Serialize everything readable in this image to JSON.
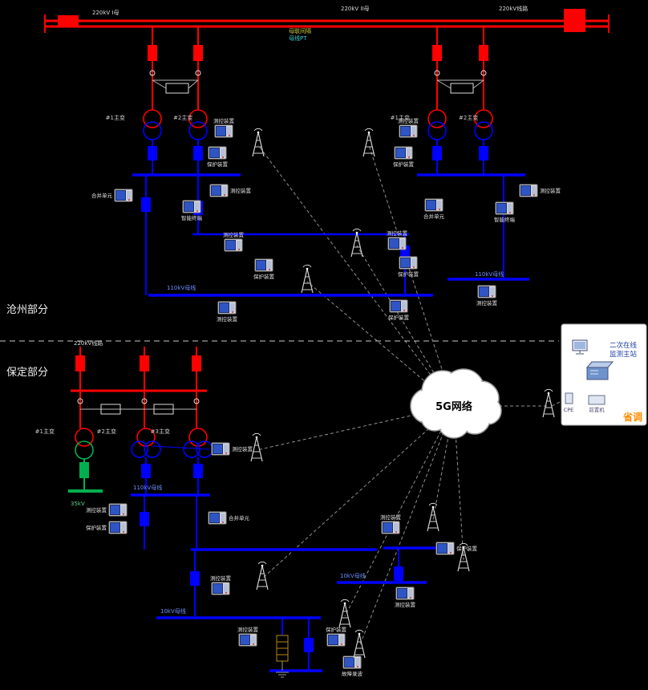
{
  "labels": {
    "region_cangzhou": "沧州部分",
    "region_baoding": "保定部分",
    "cloud": "5G网络",
    "panel_line1": "二次在线",
    "panel_line2": "监测主站",
    "panel_cpe": "CPE",
    "panel_server": "前置机",
    "panel_dispatch": "省调",
    "bus_220_1": "220kV I母",
    "bus_220_2": "220kV II母",
    "bus_220_line": "220kV线路",
    "bay_note1": "母联间隔",
    "bay_note2": "母线PT",
    "bd_220": "220kV线路",
    "bus_110_a": "110kV母线",
    "bus_110_b": "110kV母线",
    "bus_110_c": "110kV母线",
    "bus_35": "35kV",
    "bus_10_a": "10kV母线",
    "bus_10_b": "10kV母线",
    "tr1": "#1主变",
    "tr2": "#2主变",
    "tr3": "#3主变"
  },
  "device_labels": {
    "ck": "测控装置",
    "bh": "保护装置",
    "hb": "合并单元",
    "zn": "智能终端",
    "lb": "故障录波"
  },
  "colors": {
    "hv_220kv": "#ff0000",
    "mv_bus": "#0000ff",
    "lv_green": "#00b050",
    "dispatch_orange": "#ff8c00",
    "cloud_fill": "#ffffff",
    "link_dash": "#909090"
  }
}
